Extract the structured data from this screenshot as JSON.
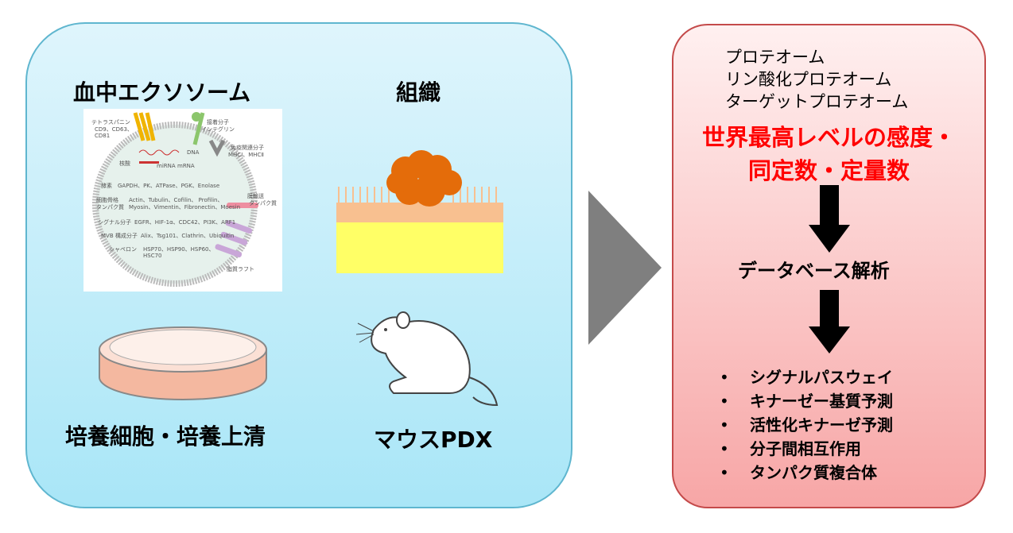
{
  "left_panel": {
    "exosome": {
      "title": "血中エクソソーム",
      "labels": {
        "tetraspanin": "テトラスパニン",
        "cd": "CD9、CD63、",
        "cd81": "CD81",
        "adhesion": "接着分子",
        "integrin": "インテグリン",
        "immune": "免疫関連分子",
        "mhc": "MHCⅠ、MHCⅡ",
        "nucleic": "核酸",
        "dna": "DNA",
        "mirna": "miRNA",
        "mrna": "mRNA",
        "enzyme": "酵素",
        "enzyme_list": "GAPDH、PK、ATPase、PGK、Enolase",
        "cyto1": "細胞骨格",
        "cyto2": "タンパク質",
        "cyto_list1": "Actin、Tubulin、Cofilin、 Profilin、",
        "cyto_list2": "Myosin、Vimentin、Fibronectin、Moesin",
        "signal": "シグナル分子",
        "signal_list": "EGFR、HIF-1α、CDC42、PI3K、ARF1",
        "mvb": "MVB 構成分子",
        "mvb_list": "Alix、Tsg101、Clathrin、Ubiquitin",
        "chaperone": "シャペロン",
        "chap_list1": "HSP70、HSP90、HSP60、",
        "chap_list2": "HSC70",
        "transport1": "膜輸送",
        "transport2": "タンパク質",
        "raft": "脂質ラフト"
      }
    },
    "tissue": {
      "title": "組織"
    },
    "culture": {
      "title": "培養細胞・培養上清"
    },
    "mouse": {
      "title": "マウスPDX"
    }
  },
  "right_panel": {
    "proteome": [
      "プロテオーム",
      "リン酸化プロテオーム",
      "ターゲットプロテオーム"
    ],
    "highlight": [
      "世界最高レベルの感度・",
      "同定数・定量数"
    ],
    "database": "データベース解析",
    "bullets": [
      "シグナルパスウェイ",
      "キナーゼー基質予測",
      "活性化キナーゼ予測",
      "分子間相互作用",
      "タンパク質複合体"
    ],
    "bullet_char": "•"
  },
  "colors": {
    "highlight": "#ff0000",
    "arrow": "#7f7f7f"
  }
}
